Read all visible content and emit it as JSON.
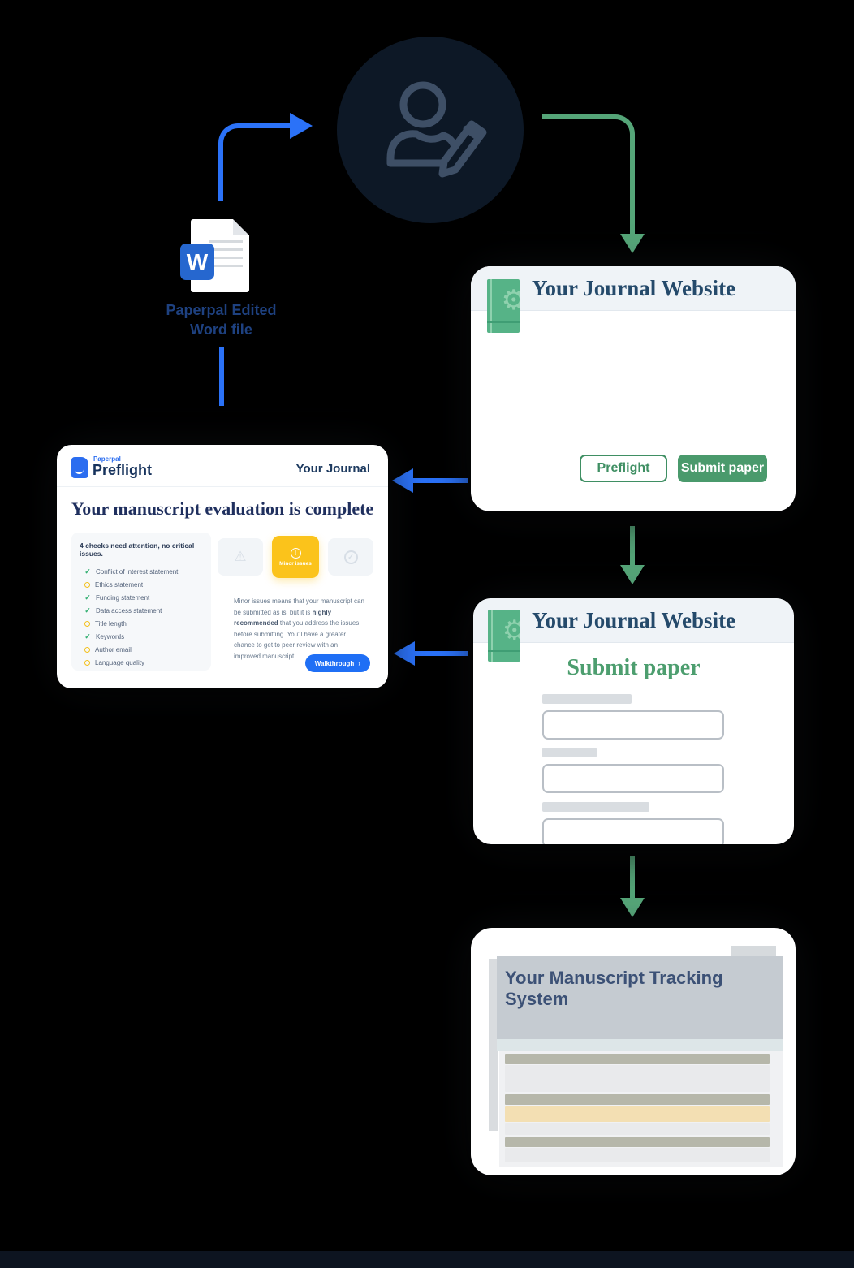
{
  "colors": {
    "accent_blue": "#2b72f8",
    "accent_green": "#55a578",
    "journal_green": "#4a9a6c",
    "alert_yellow": "#fbc31b",
    "word_blue": "#2667cf"
  },
  "icons": {
    "gear_glyph": "⚙",
    "warning_glyph": "⚠",
    "check_glyph": "✓",
    "alert_glyph": "!",
    "chevron_glyph": "›"
  },
  "word_file": {
    "letter": "W",
    "label_line1": "Paperpal Edited",
    "label_line2": "Word file"
  },
  "journal_card_1": {
    "title": "Your Journal Website",
    "preflight_button": "Preflight",
    "submit_button": "Submit paper"
  },
  "preflight_card": {
    "brand_small": "Paperpal",
    "brand_name": "Preflight",
    "journal_name": "Your Journal",
    "title": "Your manuscript evaluation is complete",
    "summary": "4 checks need attention, no critical issues.",
    "checklist": [
      {
        "label": "Conflict of interest statement",
        "status": "ok"
      },
      {
        "label": "Ethics statement",
        "status": "warn"
      },
      {
        "label": "Funding statement",
        "status": "ok"
      },
      {
        "label": "Data access statement",
        "status": "ok"
      },
      {
        "label": "Title length",
        "status": "warn"
      },
      {
        "label": "Keywords",
        "status": "ok"
      },
      {
        "label": "Author email",
        "status": "warn"
      },
      {
        "label": "Language quality",
        "status": "warn"
      }
    ],
    "minor_issues_label": "Minor issues",
    "description_pre": "Minor issues means that your manuscript can be submitted as is, but it is ",
    "description_bold": "highly recommended",
    "description_post": " that you address the issues before submitting. You'll have a greater chance to get to peer review with an improved manuscript.",
    "walkthrough_button": "Walkthrough",
    "walkthrough_arrow": "›"
  },
  "journal_card_2": {
    "title": "Your Journal Website",
    "heading": "Submit paper"
  },
  "tracking_card": {
    "title": "Your Manuscript Tracking System"
  }
}
